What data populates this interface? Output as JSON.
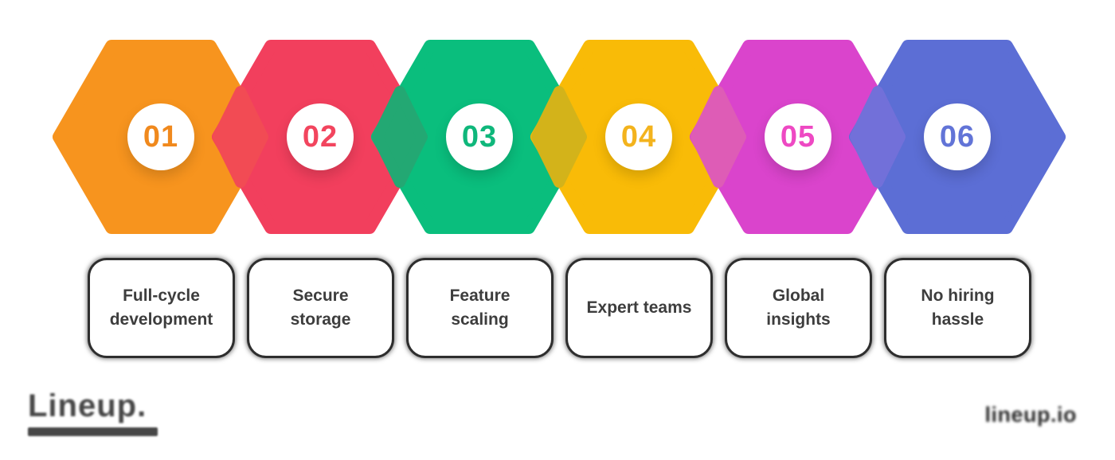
{
  "canvas": {
    "background_color": "#FFFFFF"
  },
  "steps": [
    {
      "number": "01",
      "label": "Full-cycle development",
      "hex_color": "#F7941E",
      "number_color": "#F0891D"
    },
    {
      "number": "02",
      "label": "Secure storage",
      "hex_color": "#F23F5D",
      "number_color": "#F2455E"
    },
    {
      "number": "03",
      "label": "Feature scaling",
      "hex_color": "#0ABE7D",
      "number_color": "#0FB77B"
    },
    {
      "number": "04",
      "label": "Expert teams",
      "hex_color": "#F9BB07",
      "number_color": "#F3B31D"
    },
    {
      "number": "05",
      "label": "Global insights",
      "hex_color": "#DA44CC",
      "number_color": "#EE49C3"
    },
    {
      "number": "06",
      "label": "No hiring hassle",
      "hex_color": "#5C6ED5",
      "number_color": "#6274D7"
    }
  ],
  "junction_colors": [
    "#F24B54",
    "#23A873",
    "#D3B31A",
    "#DE5CB6",
    "#7270D9"
  ],
  "circle_color": "#FFFFFF",
  "footer": {
    "logo_text": "Lineup.",
    "watermark": "lineup.io"
  }
}
